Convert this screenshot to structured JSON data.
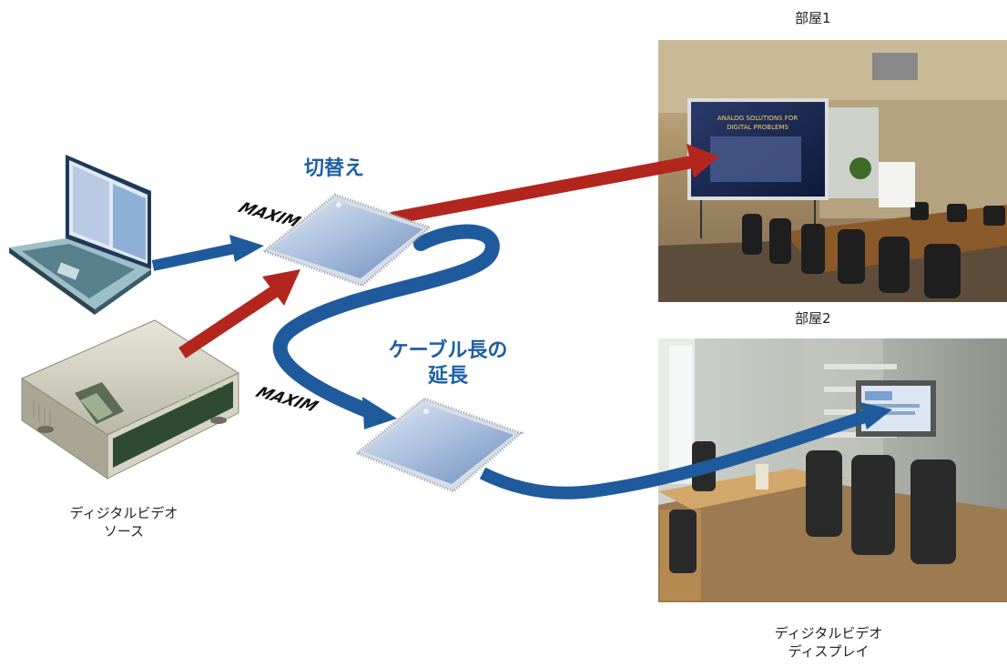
{
  "labels": {
    "room1": "部屋1",
    "room2": "部屋2",
    "switching": "切替え",
    "cable_line1": "ケーブル長の",
    "cable_line2": "延長",
    "source_line1": "ディジタルビデオ",
    "source_line2": "ソース",
    "display_line1": "ディジタルビデオ",
    "display_line2": "ディスプレイ"
  },
  "chips": {
    "logo": "MAXIM"
  },
  "screen": {
    "line1": "ANALOG SOLUTIONS FOR",
    "line2": "DIGITAL PROBLEMS"
  },
  "colors": {
    "blue_arrow": "#1f5b9c",
    "red_arrow": "#b3261e",
    "label_blue": "#1d5fa3"
  }
}
